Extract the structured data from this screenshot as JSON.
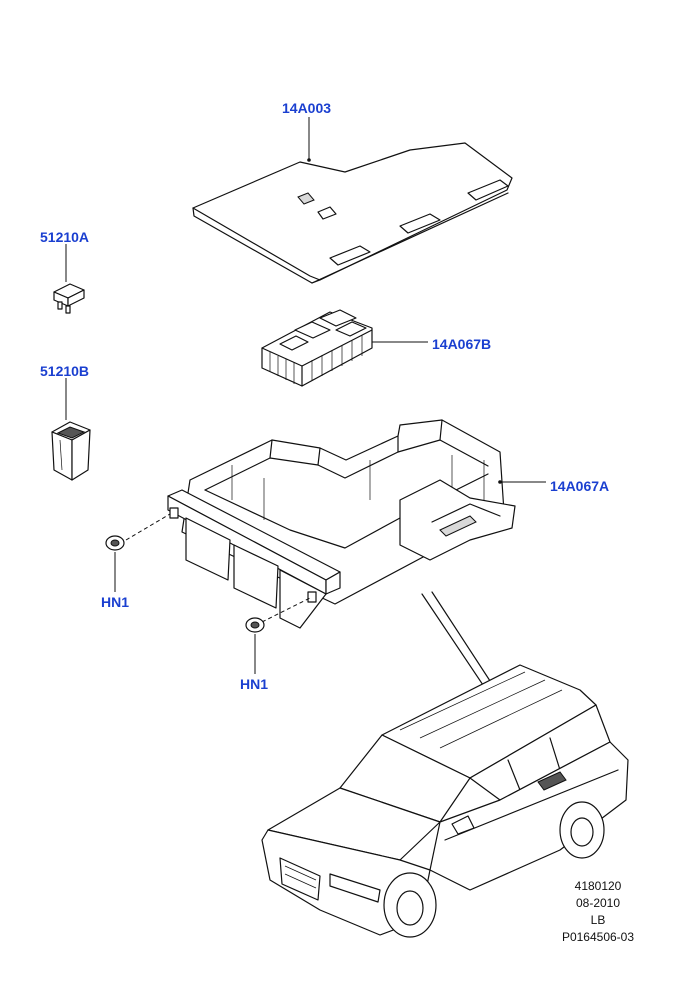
{
  "parts": {
    "cover": {
      "label": "14A003",
      "description_icon": "fuse-box-cover"
    },
    "fuse_mini": {
      "label": "51210A",
      "description_icon": "mini-fuse"
    },
    "fuse_cartridge": {
      "label": "51210B",
      "description_icon": "cartridge-fuse"
    },
    "fuse_carrier": {
      "label": "14A067B",
      "description_icon": "fuse-carrier"
    },
    "fuse_box_housing": {
      "label": "14A067A",
      "description_icon": "fuse-box-housing"
    },
    "nut_left": {
      "label": "HN1",
      "description_icon": "nut"
    },
    "nut_right": {
      "label": "HN1",
      "description_icon": "nut"
    }
  },
  "reference": {
    "line1": "4180120",
    "line2": "08-2010",
    "line3": "LB",
    "line4": "P0164506-03"
  },
  "colors": {
    "label": "#1a3fd0",
    "line": "#111111"
  }
}
